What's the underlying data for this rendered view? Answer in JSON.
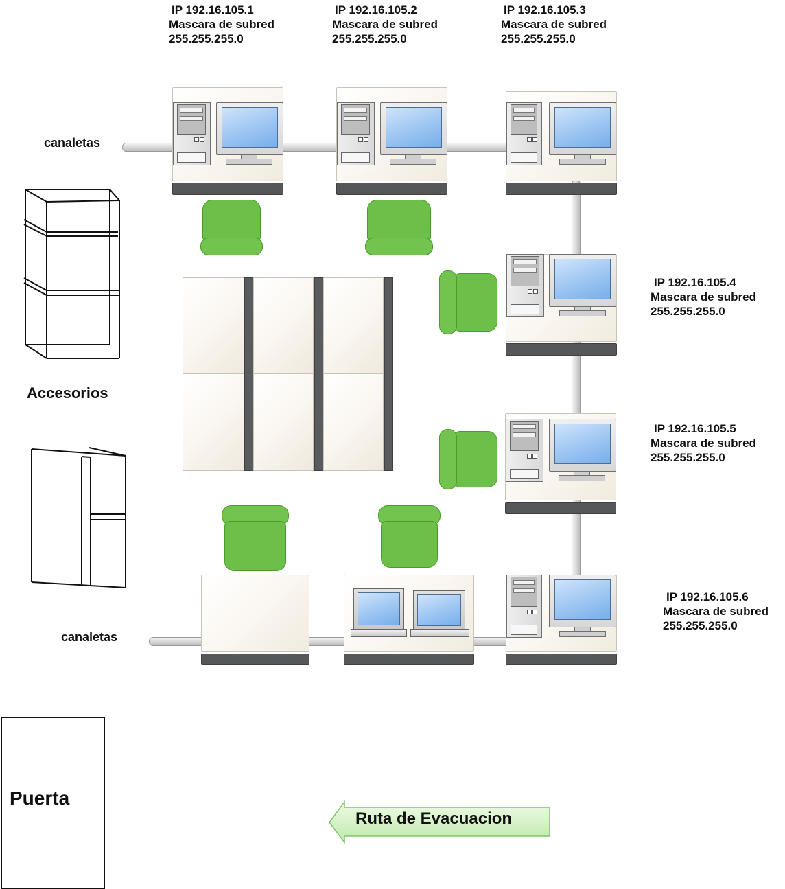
{
  "ip_labels": [
    {
      "ip": "IP 192.16.105.1",
      "mask_label": "Mascara de subred",
      "mask": "255.255.255.0"
    },
    {
      "ip": "IP 192.16.105.2",
      "mask_label": "Mascara de subred",
      "mask": "255.255.255.0"
    },
    {
      "ip": "IP 192.16.105.3",
      "mask_label": "Mascara de subred",
      "mask": "255.255.255.0"
    },
    {
      "ip": "IP 192.16.105.4",
      "mask_label": "Mascara de subred",
      "mask": "255.255.255.0"
    },
    {
      "ip": "IP 192.16.105.5",
      "mask_label": "Mascara de subred",
      "mask": "255.255.255.0"
    },
    {
      "ip": "IP 192.16.105.6",
      "mask_label": "Mascara de subred",
      "mask": "255.255.255.0"
    }
  ],
  "labels": {
    "canaletas_top": "canaletas",
    "canaletas_bottom": "canaletas",
    "accesorios": "Accesorios",
    "puerta": "Puerta",
    "evacuation": "Ruta de Evacuacion"
  },
  "colors": {
    "chair": "#6cc04a",
    "screen": "#9cc5f2",
    "desk_bar": "#555759",
    "arrow_fill": "#c9efb8"
  }
}
